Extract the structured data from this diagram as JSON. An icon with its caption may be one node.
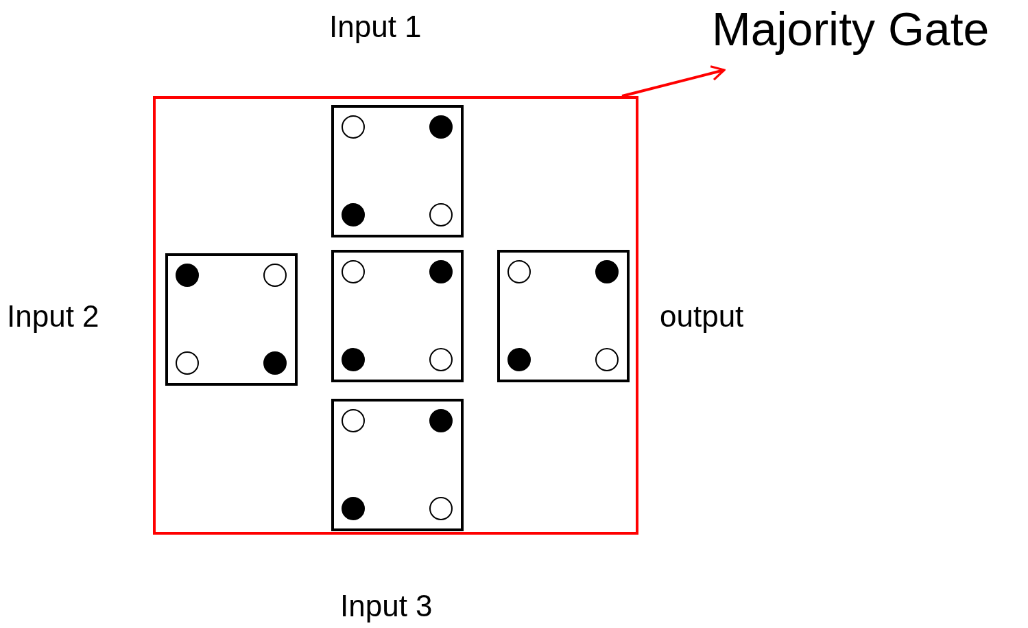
{
  "diagram": {
    "nodes": [
      {
        "text": [
          "Majority Gate"
        ]
      },
      {
        "text": [],
        "shape": "box"
      },
      {
        "text": [],
        "shape": "box",
        "in": 1,
        "beside": [
          "Input 1"
        ]
      },
      {
        "text": [],
        "shape": "box",
        "in": 1,
        "beside": [
          "Input 2"
        ]
      },
      {
        "text": [],
        "shape": "box",
        "in": 1
      },
      {
        "text": [],
        "shape": "box",
        "in": 1,
        "beside": [
          "output"
        ]
      },
      {
        "text": [],
        "shape": "box",
        "in": 1,
        "beside": [
          "Input 3"
        ]
      }
    ],
    "edges": [
      {
        "from": 1,
        "to": 0,
        "arrow": "to"
      }
    ]
  }
}
